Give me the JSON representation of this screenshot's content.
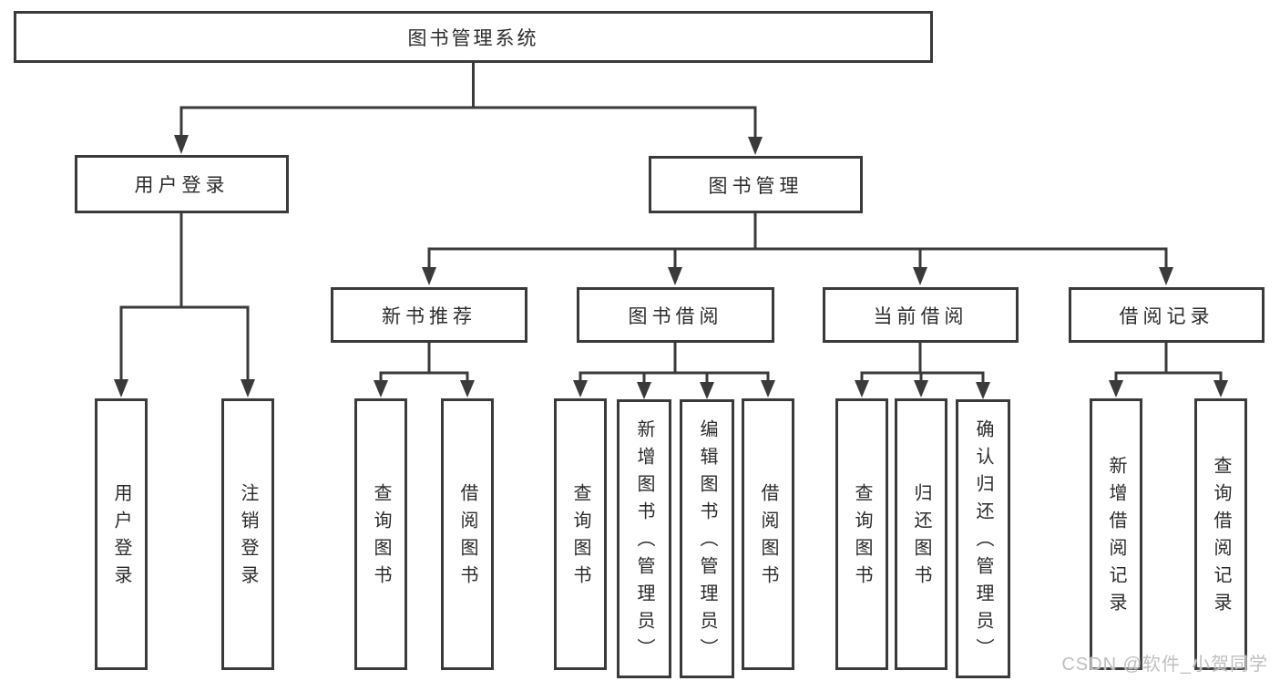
{
  "diagram": {
    "type": "hierarchy-tree",
    "orientation": "top-down"
  },
  "colors": {
    "background": "#ffffff",
    "line": "#3a3a3a",
    "box_border": "#3a3a3a",
    "box_fill": "#ffffff",
    "text": "#2b2b2b",
    "watermark": "#bfbfbf"
  },
  "tree": {
    "root": "图书管理系统",
    "children": [
      {
        "label": "用户登录",
        "children": [
          "用户登录",
          "注销登录"
        ]
      },
      {
        "label": "图书管理",
        "children": [
          {
            "label": "新书推荐",
            "children": [
              "查询图书",
              "借阅图书"
            ]
          },
          {
            "label": "图书借阅",
            "children": [
              "查询图书",
              "新增图书（管理员）",
              "编辑图书（管理员）",
              "借阅图书"
            ]
          },
          {
            "label": "当前借阅",
            "children": [
              "查询图书",
              "归还图书",
              "确认归还（管理员）"
            ]
          },
          {
            "label": "借阅记录",
            "children": [
              "新增借阅记录",
              "查询借阅记录"
            ]
          }
        ]
      }
    ]
  },
  "watermark": {
    "text": "CSDN @软件_小贺同学"
  }
}
